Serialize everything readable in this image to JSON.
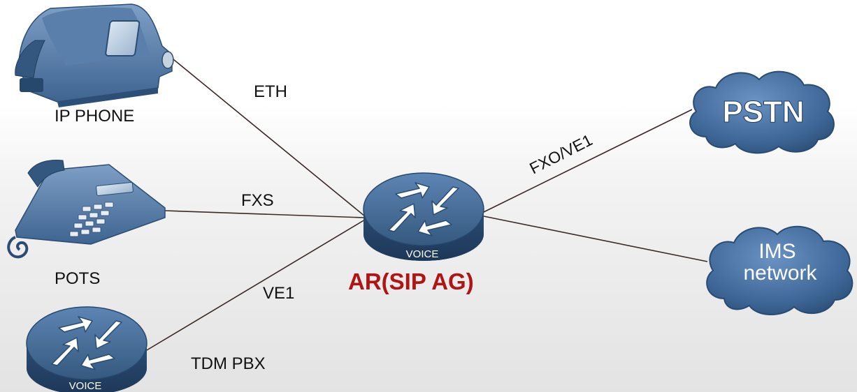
{
  "devices": {
    "ip_phone": "IP PHONE",
    "pots": "POTS",
    "tdm_pbx": "TDM PBX",
    "router_main": "AR(SIP AG)",
    "router_badge": "VOICE"
  },
  "links": {
    "eth": "ETH",
    "fxs": "FXS",
    "ve1": "VE1",
    "fxo_ve1": "FXO/VE1"
  },
  "clouds": {
    "pstn": "PSTN",
    "ims_line1": "IMS",
    "ims_line2": "network"
  },
  "colors": {
    "accent_red": "#b01414",
    "device_blue": "#3e6490",
    "line": "#3a2a26"
  }
}
